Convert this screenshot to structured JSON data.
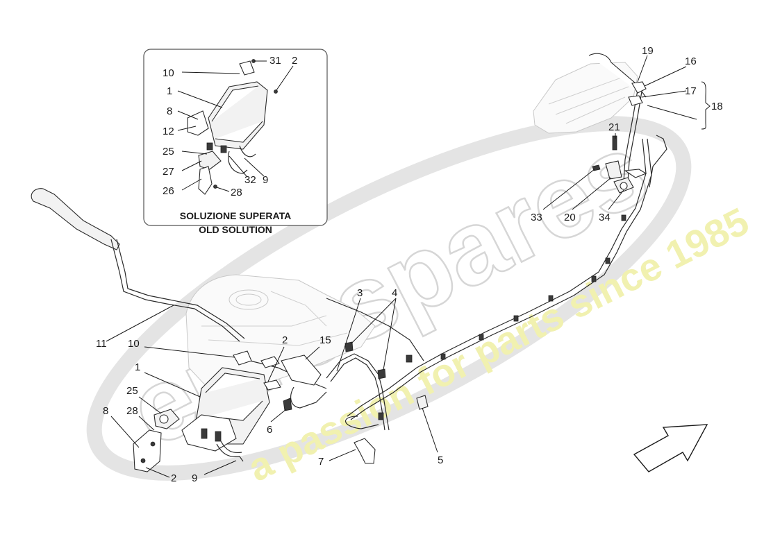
{
  "inset": {
    "title_line1": "SOLUZIONE SUPERATA",
    "title_line2": "OLD SOLUTION",
    "callouts": [
      "31",
      "2",
      "10",
      "1",
      "8",
      "12",
      "25",
      "27",
      "26",
      "32",
      "9",
      "28"
    ]
  },
  "main": {
    "callouts": [
      "19",
      "16",
      "17",
      "18",
      "21",
      "33",
      "20",
      "34",
      "3",
      "4",
      "11",
      "10",
      "2",
      "15",
      "1",
      "25",
      "28",
      "8",
      "6",
      "9",
      "2",
      "7",
      "5"
    ]
  },
  "watermark": {
    "brand": "eurospares",
    "slogan": "a passion for parts since 1985",
    "color": "#d6d6d6",
    "slogan_color": "#f1f1b0"
  },
  "orientation_arrow": {
    "icon": "direction-arrow-icon"
  }
}
